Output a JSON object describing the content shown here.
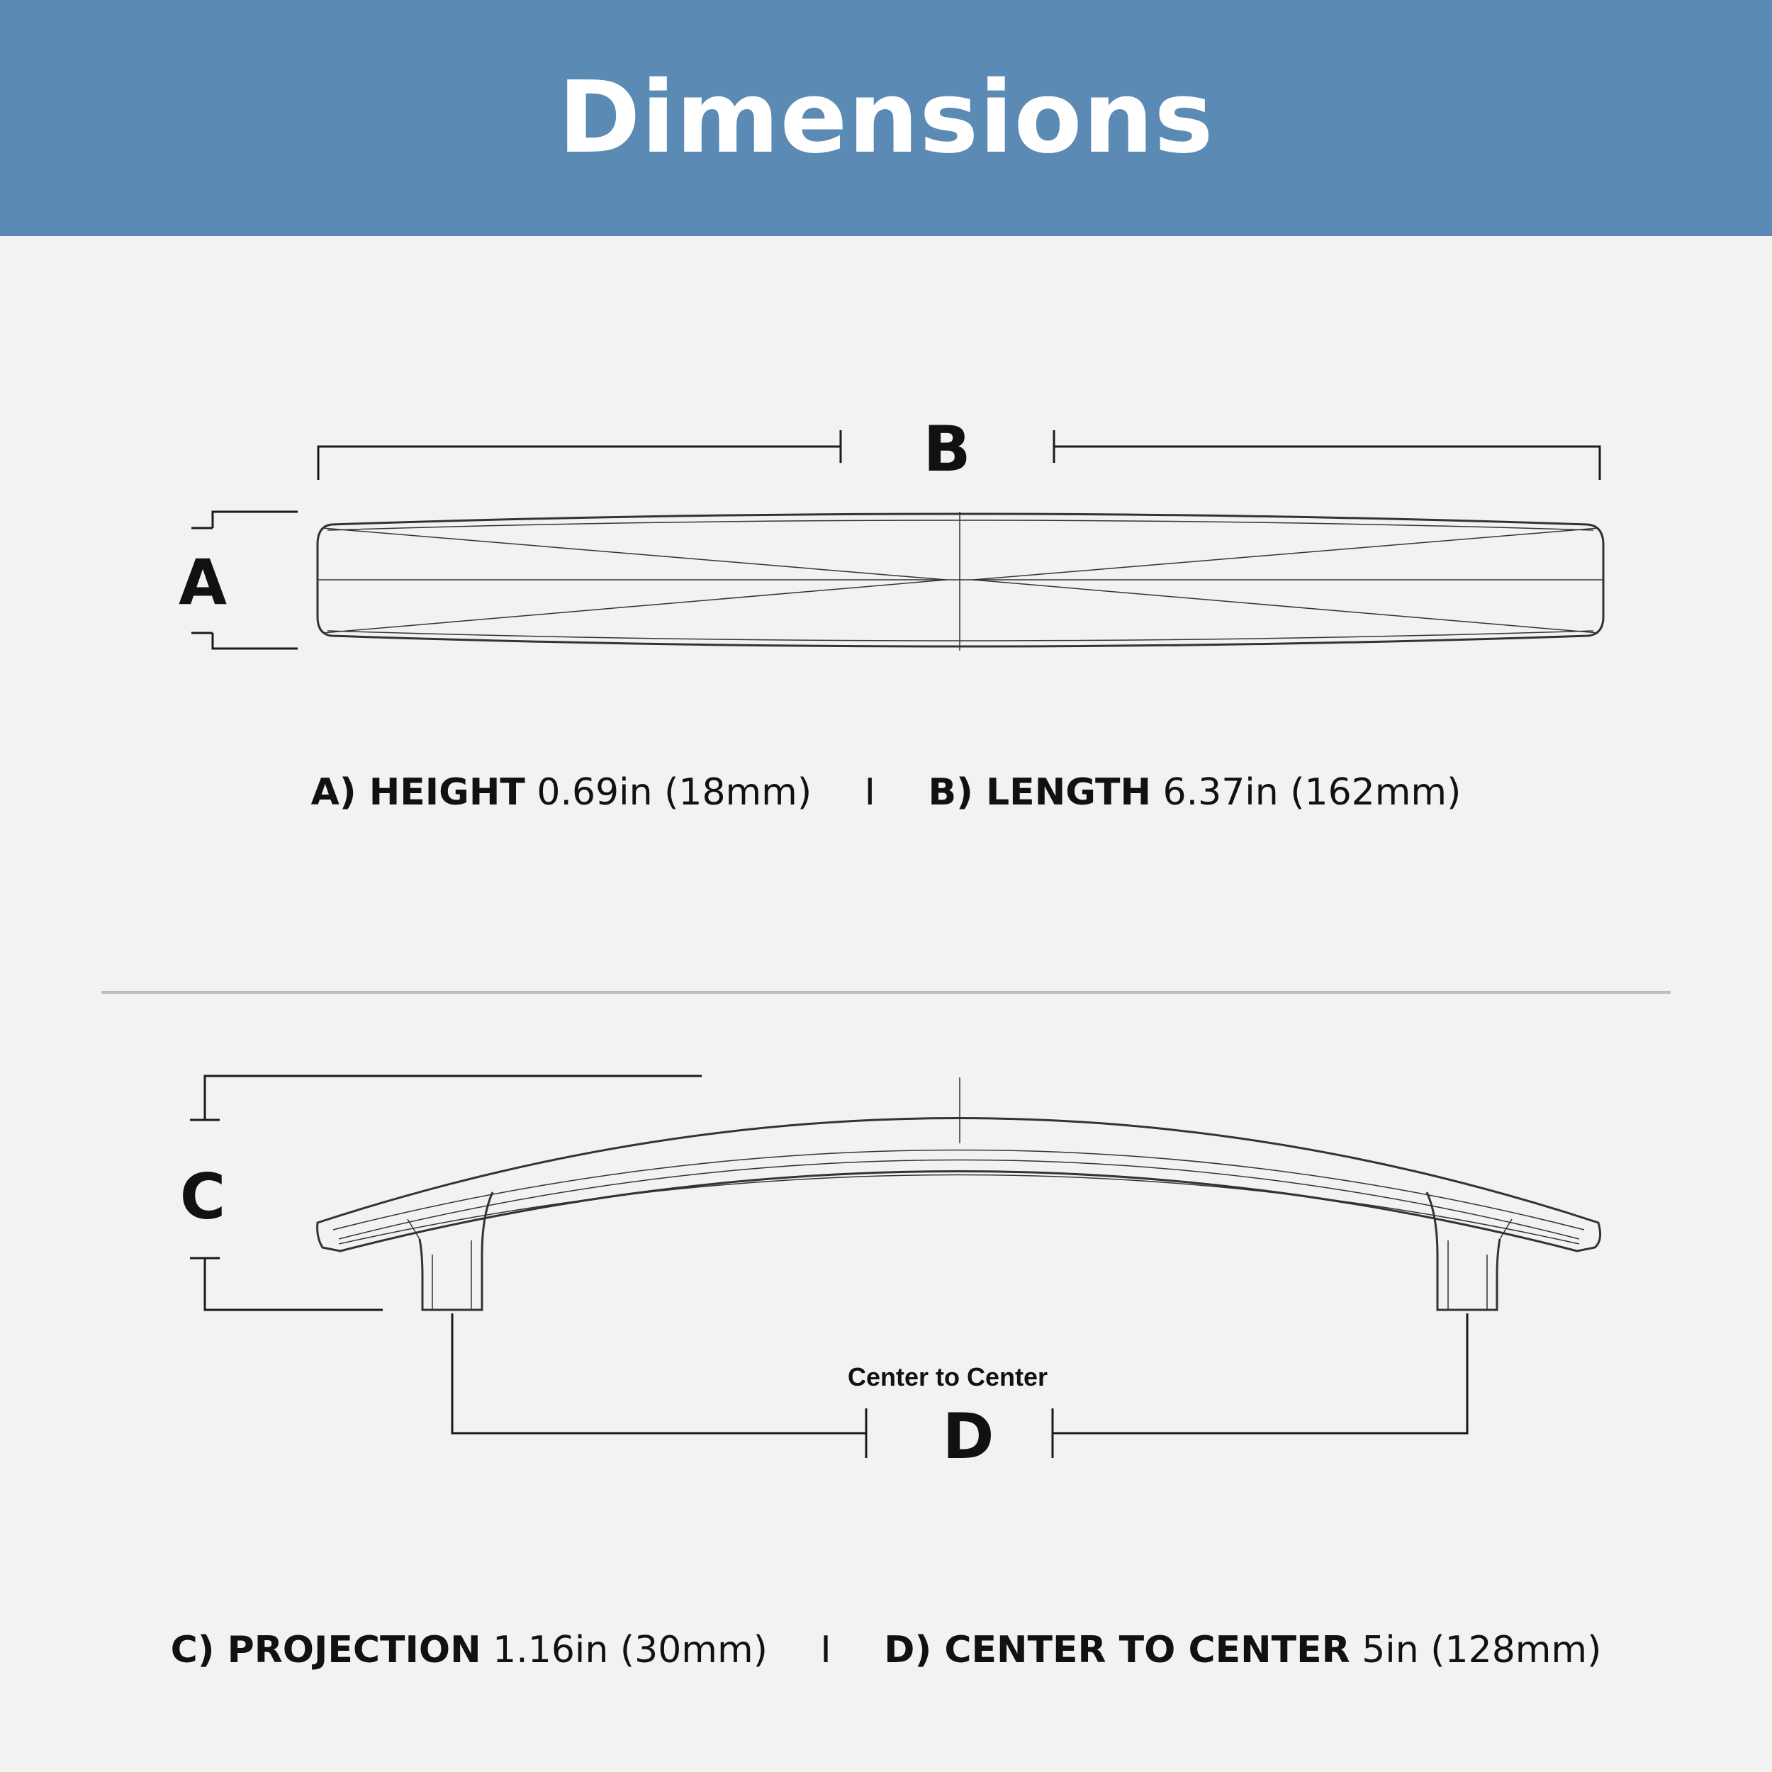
{
  "header": {
    "title": "Dimensions"
  },
  "diagram_top": {
    "label_a": "A",
    "label_b": "B"
  },
  "specs_top": {
    "a_label": "A) HEIGHT",
    "a_value": "0.69in (18mm)",
    "separator": "I",
    "b_label": "B) LENGTH",
    "b_value": "6.37in (162mm)"
  },
  "diagram_bottom": {
    "label_c": "C",
    "label_d": "D",
    "center_caption": "Center to Center"
  },
  "specs_bottom": {
    "c_label": "C) PROJECTION",
    "c_value": "1.16in (30mm)",
    "separator": "I",
    "d_label": "D) CENTER TO CENTER",
    "d_value": "5in (128mm)"
  },
  "colors": {
    "header_bg": "#5b8ab4",
    "header_text": "#ffffff",
    "background": "#f1f2f2",
    "line": "#1a1a1a",
    "divider": "#bcbcbc"
  }
}
